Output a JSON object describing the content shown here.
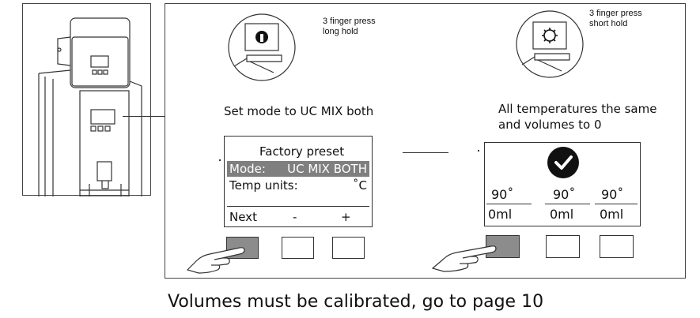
{
  "left_press": {
    "note": "3 finger press\nlong hold",
    "caption": "Set mode to UC MIX both"
  },
  "right_press": {
    "note": "3 finger press\nshort hold",
    "caption": "All temperatures the same\nand volumes to 0"
  },
  "factory_screen": {
    "title": "Factory preset",
    "mode_label": "Mode:",
    "mode_value": "UC MIX BOTH",
    "temp_label": "Temp units:",
    "temp_value": "˚C",
    "buttons": [
      "Next",
      "-",
      "+"
    ]
  },
  "result_screen": {
    "temps": [
      "90˚",
      "90˚",
      "90˚"
    ],
    "volumes": [
      "0ml",
      "0ml",
      "0ml"
    ]
  },
  "footer": "Volumes must be calibrated, go to page 10",
  "colors": {
    "line": "#333333",
    "highlight": "#7f7f7f",
    "pressed_button": "#8c8c8c"
  },
  "icons": [
    "dispenser-machine-icon",
    "unlock-icon",
    "gear-icon",
    "checkmark-icon",
    "pointing-hand-icon"
  ]
}
